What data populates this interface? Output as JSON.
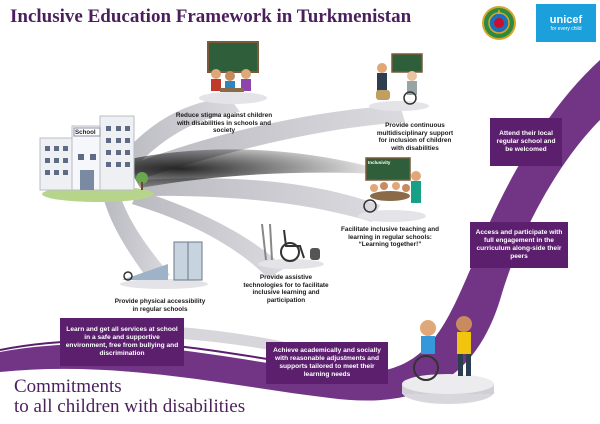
{
  "title": "Inclusive Education Framework in Turkmenistan",
  "subtitle_lines": [
    "Commitments",
    "to all children with disabilities"
  ],
  "logos": {
    "emblem_icon": "turkmenistan-state-emblem",
    "unicef_name": "unicef",
    "unicef_tagline": "for every child",
    "unicef_color": "#1ca0dc"
  },
  "school_sign": "School",
  "board_label": "Inclusivity",
  "captions": {
    "stigma": "Reduce stigma against children with disabilities in schools and society",
    "support": "Provide continuous multidisciplinary support for inclusion of children with disabilities",
    "teaching": "Facilitate inclusive teaching and learning in regular schools: “Learning together!”",
    "assistive": "Provide assistive technologies for to facilitate inclusive learning and participation",
    "physical": "Provide physical accessibility in regular schools"
  },
  "commitments": {
    "attend": "Attend their local regular school and be welcomed",
    "access": "Access and participate with full engagement in the curriculum along-side their peers",
    "services": "Learn and get all services at school in a safe and supportive environment, free from bullying and discrimination",
    "achieve": "Achieve academically and socially with reasonable adjustments and supports tailored to meet their learning needs"
  },
  "colors": {
    "purple": "#5b1f6e",
    "title_purple": "#4a1f5c",
    "road": "#c9c9cf"
  }
}
